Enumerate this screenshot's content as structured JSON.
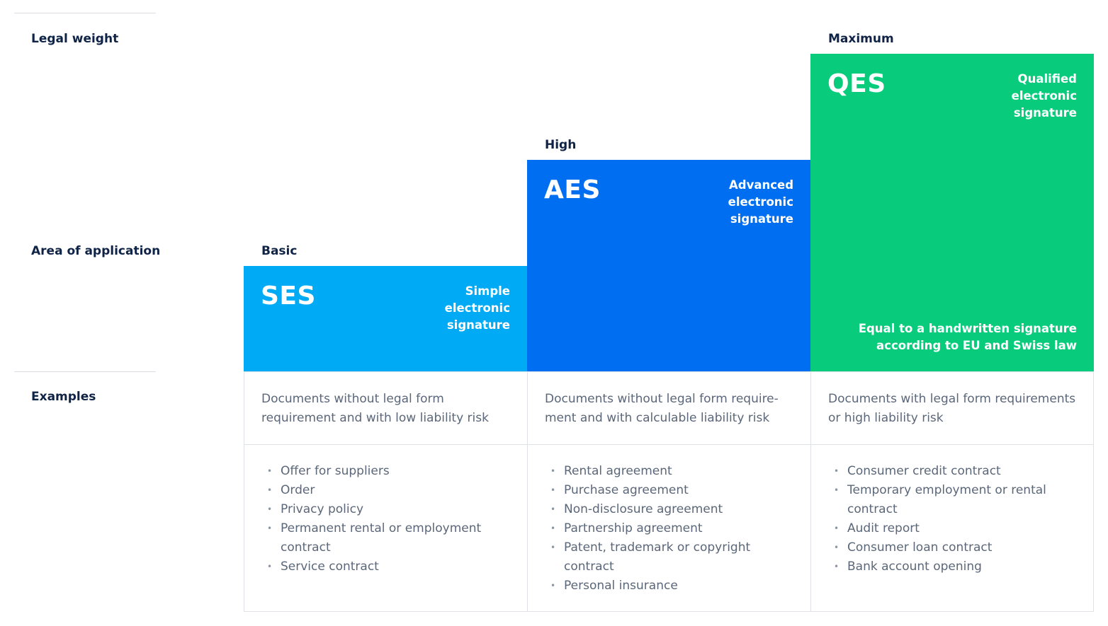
{
  "row_labels": {
    "legal_weight": "Legal weight",
    "area_of_application": "Area of application",
    "examples": "Examples"
  },
  "levels": [
    {
      "level": "Basic",
      "abbr": "SES",
      "full_name": "Simple electronic signature",
      "note": "",
      "color": "#00aaf5",
      "description": "Documents without legal form requirement and with low liability risk",
      "examples": [
        "Offer for suppliers",
        "Order",
        "Privacy policy",
        "Permanent rental or employment contract",
        "Service contract"
      ]
    },
    {
      "level": "High",
      "abbr": "AES",
      "full_name": "Advanced electronic signature",
      "note": "",
      "color": "#006ef0",
      "description": "Documents without legal form require-ment and with calculable liability risk",
      "examples": [
        "Rental agreement",
        "Purchase agreement",
        "Non-disclosure agreement",
        "Partnership agreement",
        "Patent, trademark or copyright contract",
        "Personal insurance"
      ]
    },
    {
      "level": "Maximum",
      "abbr": "QES",
      "full_name": "Qualified electronic signature",
      "note": "Equal to a handwritten signature according to EU and Swiss law",
      "color": "#08cb7c",
      "description": "Documents with legal form requirements or high liability risk",
      "examples": [
        "Consumer credit contract",
        "Temporary employment or rental contract",
        "Audit report",
        "Consumer loan contract",
        "Bank account opening"
      ]
    }
  ]
}
